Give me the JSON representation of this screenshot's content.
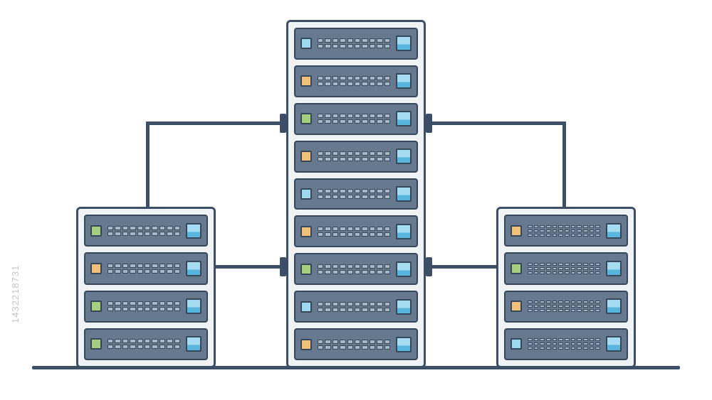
{
  "scene": {
    "title": "server-network-illustration",
    "watermark": "1432218731"
  },
  "colors": {
    "background": "#ffffff",
    "outline": "#3d4f66",
    "connector": "#3d4f66",
    "rack_fill": "#f0f3f6",
    "unit_fill": "#67798e",
    "unit_border": "#364759",
    "vent_fill": "#a9b8c8",
    "vent_border": "#364759",
    "screen_top": "#a6dcf2",
    "screen_bottom": "#58b6de",
    "led_green": "#a5cf7f",
    "led_orange": "#f0c07a",
    "led_cyan": "#9fd9f0",
    "watermark": "#c4c4c4"
  },
  "racks": [
    {
      "id": "center",
      "vent_rows": 2,
      "vent_cols": 10,
      "units": [
        {
          "led": "cyan"
        },
        {
          "led": "orange"
        },
        {
          "led": "green"
        },
        {
          "led": "orange"
        },
        {
          "led": "cyan"
        },
        {
          "led": "orange"
        },
        {
          "led": "green"
        },
        {
          "led": "cyan"
        },
        {
          "led": "orange"
        }
      ]
    },
    {
      "id": "left",
      "vent_rows": 2,
      "vent_cols": 10,
      "units": [
        {
          "led": "green"
        },
        {
          "led": "orange"
        },
        {
          "led": "green"
        },
        {
          "led": "green"
        }
      ]
    },
    {
      "id": "right",
      "vent_rows": 3,
      "vent_cols": 12,
      "units": [
        {
          "led": "orange"
        },
        {
          "led": "green"
        },
        {
          "led": "orange"
        },
        {
          "led": "cyan"
        }
      ]
    }
  ]
}
